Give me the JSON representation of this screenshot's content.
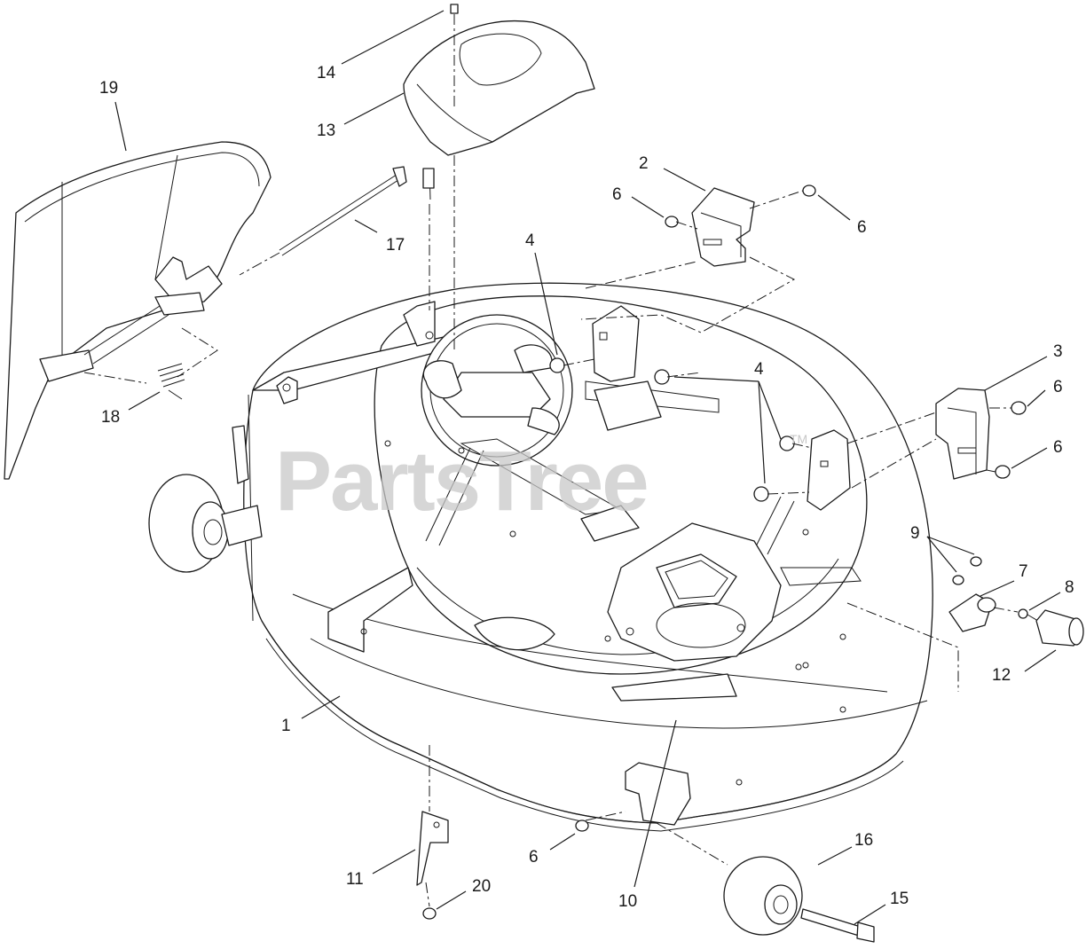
{
  "watermark": {
    "text": "PartsTree",
    "trademark": "TM"
  },
  "callouts": [
    {
      "id": "c19",
      "label": "19"
    },
    {
      "id": "c14",
      "label": "14"
    },
    {
      "id": "c13",
      "label": "13"
    },
    {
      "id": "c17",
      "label": "17"
    },
    {
      "id": "c2",
      "label": "2"
    },
    {
      "id": "c6a",
      "label": "6"
    },
    {
      "id": "c6b",
      "label": "6"
    },
    {
      "id": "c4a",
      "label": "4"
    },
    {
      "id": "c4b",
      "label": "4"
    },
    {
      "id": "c3",
      "label": "3"
    },
    {
      "id": "c6c",
      "label": "6"
    },
    {
      "id": "c6d",
      "label": "6"
    },
    {
      "id": "c18",
      "label": "18"
    },
    {
      "id": "c9",
      "label": "9"
    },
    {
      "id": "c7",
      "label": "7"
    },
    {
      "id": "c8",
      "label": "8"
    },
    {
      "id": "c12",
      "label": "12"
    },
    {
      "id": "c1",
      "label": "1"
    },
    {
      "id": "c6e",
      "label": "6"
    },
    {
      "id": "c16",
      "label": "16"
    },
    {
      "id": "c11",
      "label": "11"
    },
    {
      "id": "c20",
      "label": "20"
    },
    {
      "id": "c10",
      "label": "10"
    },
    {
      "id": "c15",
      "label": "15"
    }
  ]
}
